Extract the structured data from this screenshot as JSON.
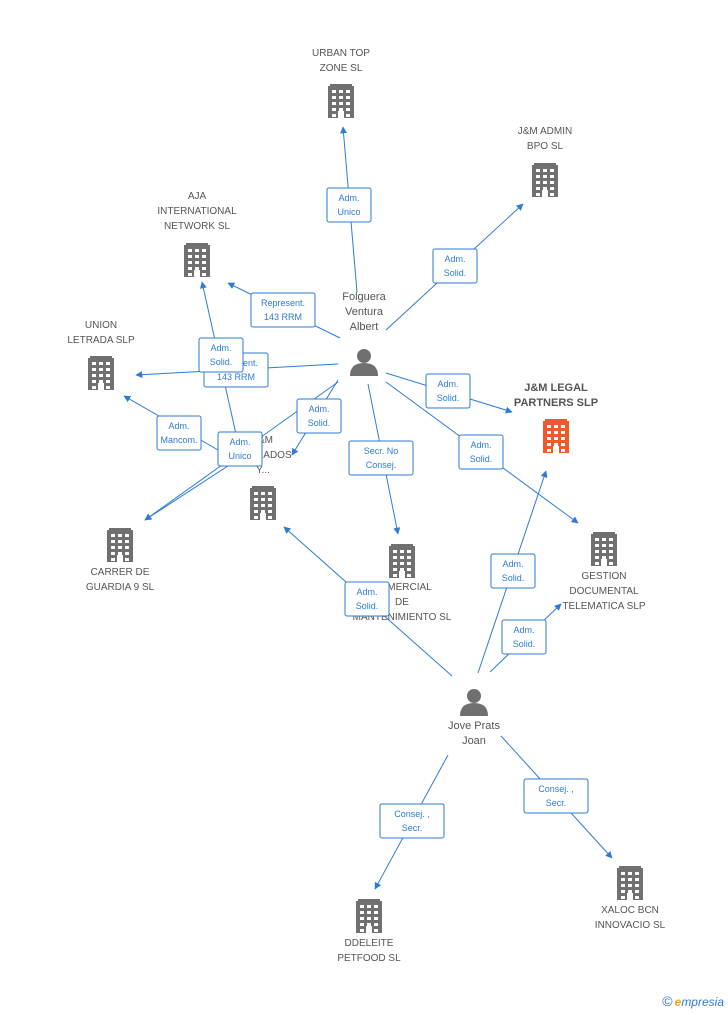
{
  "colors": {
    "edge": "#2d7bd6",
    "building": "#707070",
    "building_main": "#f05a2a",
    "person": "#707070"
  },
  "people": [
    {
      "id": "folguera",
      "lines": [
        "Folguera",
        "Ventura",
        "Albert"
      ]
    },
    {
      "id": "jove",
      "lines": [
        "Jove Prats",
        "Joan"
      ]
    }
  ],
  "companies": [
    {
      "id": "urban",
      "lines": [
        "URBAN TOP",
        "ZONE  SL"
      ]
    },
    {
      "id": "jm_admin",
      "lines": [
        "J&M ADMIN",
        "BPO  SL"
      ]
    },
    {
      "id": "aja",
      "lines": [
        "AJA",
        "INTERNATIONAL",
        "NETWORK  SL"
      ]
    },
    {
      "id": "union",
      "lines": [
        "UNION",
        "LETRADA SLP"
      ]
    },
    {
      "id": "jm_legal",
      "lines": [
        "J&M LEGAL",
        "PARTNERS SLP"
      ],
      "main": true
    },
    {
      "id": "jm_abogados",
      "lines": [
        "J&M",
        "ABOGADOS",
        "Y..."
      ]
    },
    {
      "id": "carrer",
      "lines": [
        "CARRER DE",
        "GUARDIA 9  SL"
      ]
    },
    {
      "id": "comercial",
      "lines": [
        "COMERCIAL",
        "DE",
        "MANTENIMIENTO SL"
      ]
    },
    {
      "id": "gestion",
      "lines": [
        "GESTION",
        "DOCUMENTAL",
        "TELEMATICA SLP"
      ]
    },
    {
      "id": "ddeleite",
      "lines": [
        "DDELEITE",
        "PETFOOD  SL"
      ]
    },
    {
      "id": "xaloc",
      "lines": [
        "XALOC BCN",
        "INNOVACIO SL"
      ]
    }
  ],
  "edges": [
    {
      "from": "folguera",
      "to": "urban",
      "label": [
        "Adm.",
        "Unico"
      ]
    },
    {
      "from": "folguera",
      "to": "jm_admin",
      "label": [
        "Adm.",
        "Solid."
      ]
    },
    {
      "from": "folguera",
      "to": "aja",
      "label": [
        "Represent.",
        "143 RRM"
      ]
    },
    {
      "from": "folguera",
      "to": "union",
      "label": [
        "Represent.",
        "143 RRM"
      ]
    },
    {
      "from": "folguera",
      "to": "jm_legal",
      "label": [
        "Adm.",
        "Solid."
      ]
    },
    {
      "from": "folguera",
      "to": "jm_abogados",
      "label": [
        "Adm.",
        "Solid."
      ]
    },
    {
      "from": "folguera",
      "to": "carrer",
      "label": []
    },
    {
      "from": "folguera",
      "to": "comercial",
      "label": [
        "Secr.  No",
        "Consej."
      ]
    },
    {
      "from": "folguera",
      "to": "gestion",
      "label": [
        "Adm.",
        "Solid."
      ]
    },
    {
      "from": "jm_abogados",
      "to": "aja",
      "label": [
        "Adm.",
        "Solid."
      ]
    },
    {
      "from": "jm_abogados",
      "to": "union",
      "label": [
        "Adm.",
        "Mancom."
      ]
    },
    {
      "from": "jm_abogados",
      "to": "carrer",
      "label": [
        "Adm.",
        "Unico"
      ]
    },
    {
      "from": "jove",
      "to": "jm_abogados",
      "label": [
        "Adm.",
        "Solid."
      ]
    },
    {
      "from": "jove",
      "to": "jm_legal",
      "label": [
        "Adm.",
        "Solid."
      ]
    },
    {
      "from": "jove",
      "to": "gestion",
      "label": [
        "Adm.",
        "Solid."
      ]
    },
    {
      "from": "jove",
      "to": "ddeleite",
      "label": [
        "Consej. ,",
        "Secr."
      ]
    },
    {
      "from": "jove",
      "to": "xaloc",
      "label": [
        "Consej. ,",
        "Secr."
      ]
    }
  ],
  "footer": {
    "copyright": "©",
    "brand_e": "e",
    "brand_rest": "mpresia"
  }
}
